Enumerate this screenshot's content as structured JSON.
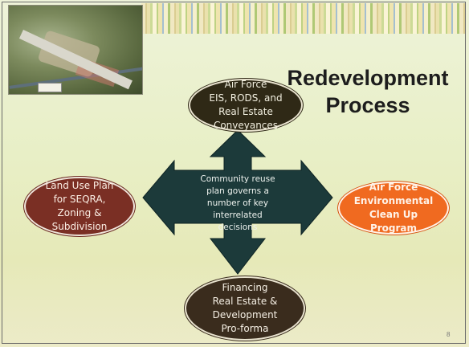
{
  "slide": {
    "title_line1": "Redevelopment",
    "title_line2": "Process",
    "page_number": "8"
  },
  "diagram": {
    "center_text": "Community reuse\nplan governs a\nnumber of key\ninterrelated\ndecisions",
    "top_oval": "Air Force\nEIS, RODS, and\nReal Estate\nConveyances",
    "left_oval": "Land Use  Plan\nfor  SEQRA,\nZoning &\nSubdivision",
    "right_oval": "Air Force\nEnvironmental\nClean Up\nProgram",
    "bottom_oval": "Financing\nReal Estate &\nDevelopment\nPro-forma"
  },
  "colors": {
    "arrow_fill": "#1c3a3a",
    "right_oval": "#f06a20",
    "left_oval": "#7a2f24",
    "top_oval": "#2f2916",
    "bottom_oval": "#3a2c1d"
  }
}
